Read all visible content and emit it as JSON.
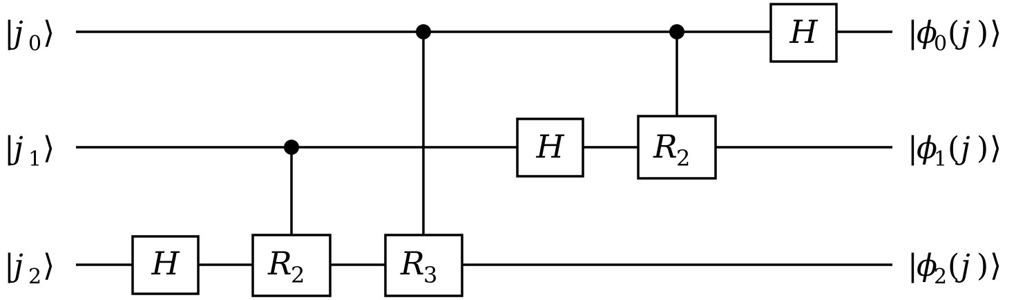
{
  "inputs": [
    {
      "symbol": "j",
      "sub": "0"
    },
    {
      "symbol": "j",
      "sub": "1"
    },
    {
      "symbol": "j",
      "sub": "2"
    }
  ],
  "outputs": [
    {
      "symbol": "ϕ",
      "sub": "0",
      "arg": "j"
    },
    {
      "symbol": "ϕ",
      "sub": "1",
      "arg": "j"
    },
    {
      "symbol": "ϕ",
      "sub": "2",
      "arg": "j"
    }
  ],
  "gates": [
    {
      "id": "h-q2",
      "qubit": 2,
      "label": "H",
      "sub": ""
    },
    {
      "id": "r2-q2",
      "qubit": 2,
      "label": "R",
      "sub": "2",
      "control": 1
    },
    {
      "id": "r3-q2",
      "qubit": 2,
      "label": "R",
      "sub": "3",
      "control": 0
    },
    {
      "id": "h-q1",
      "qubit": 1,
      "label": "H",
      "sub": ""
    },
    {
      "id": "r2-q1",
      "qubit": 1,
      "label": "R",
      "sub": "2",
      "control": 0
    },
    {
      "id": "h-q0",
      "qubit": 0,
      "label": "H",
      "sub": ""
    }
  ]
}
